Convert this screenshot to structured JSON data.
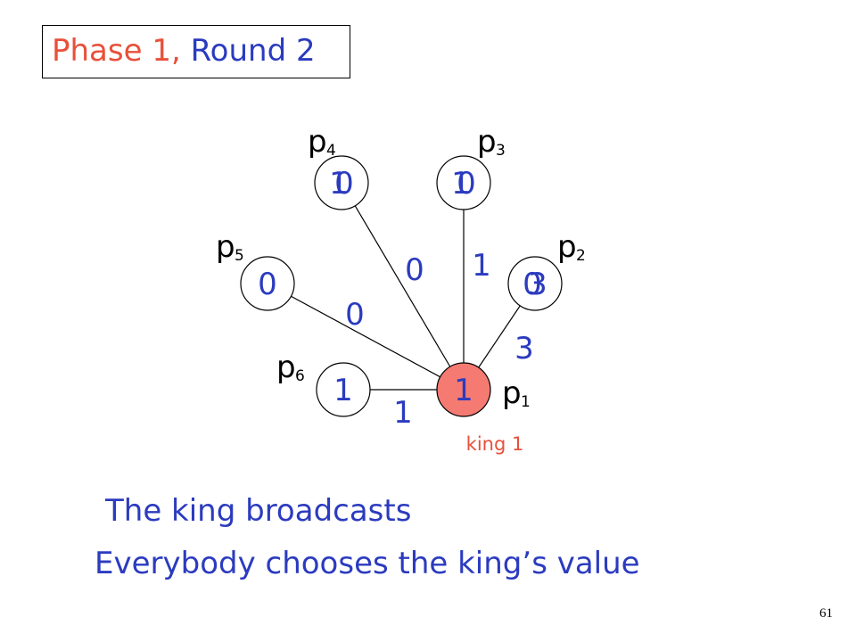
{
  "title": {
    "phase": "Phase 1,",
    "round": "Round 2"
  },
  "king_label": "king 1",
  "nodes": [
    {
      "id": "p1",
      "name": "p",
      "sub": "1",
      "values": [
        "1"
      ],
      "king": true
    },
    {
      "id": "p2",
      "name": "p",
      "sub": "2",
      "values": [
        "0",
        "3"
      ]
    },
    {
      "id": "p3",
      "name": "p",
      "sub": "3",
      "values": [
        "1",
        "0"
      ]
    },
    {
      "id": "p4",
      "name": "p",
      "sub": "4",
      "values": [
        "1",
        "0"
      ]
    },
    {
      "id": "p5",
      "name": "p",
      "sub": "5",
      "values": [
        "0"
      ]
    },
    {
      "id": "p6",
      "name": "p",
      "sub": "6",
      "values": [
        "1"
      ]
    }
  ],
  "edges": [
    {
      "to": "p2",
      "label": "3"
    },
    {
      "to": "p3",
      "label": "1"
    },
    {
      "to": "p4",
      "label": "0"
    },
    {
      "to": "p5",
      "label": "0"
    },
    {
      "to": "p6",
      "label": "1"
    }
  ],
  "captions": {
    "line1": "The king broadcasts",
    "line2": "Everybody chooses the king’s value"
  },
  "slide_number": "61",
  "colors": {
    "blue": "#2b3bbf",
    "orange": "#e8503a",
    "king_fill": "#f47a72"
  }
}
